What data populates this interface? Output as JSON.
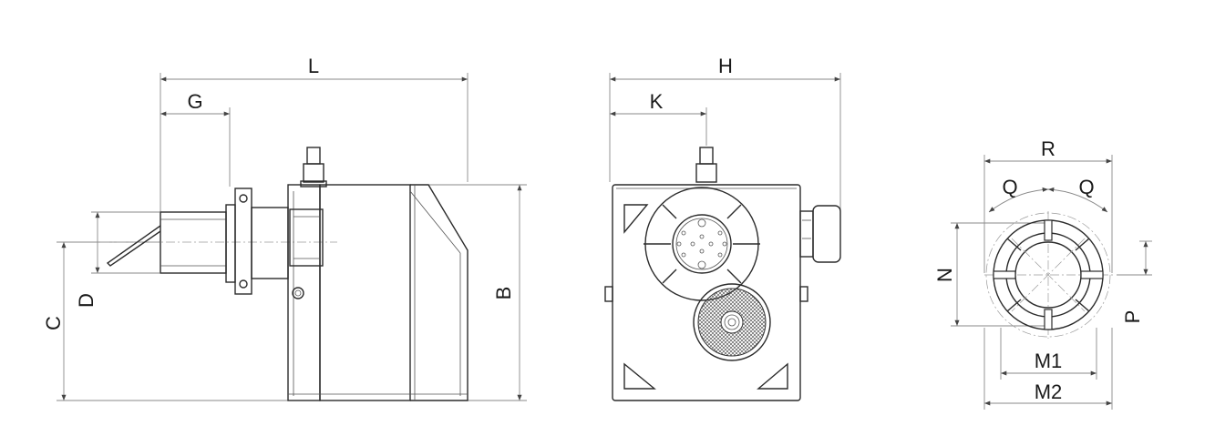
{
  "labels": {
    "L": "L",
    "G": "G",
    "H": "H",
    "K": "K",
    "R": "R",
    "Q1": "Q",
    "Q2": "Q",
    "B": "B",
    "C": "C",
    "D": "D",
    "N": "N",
    "P": "P",
    "M1": "M1",
    "M2": "M2"
  }
}
